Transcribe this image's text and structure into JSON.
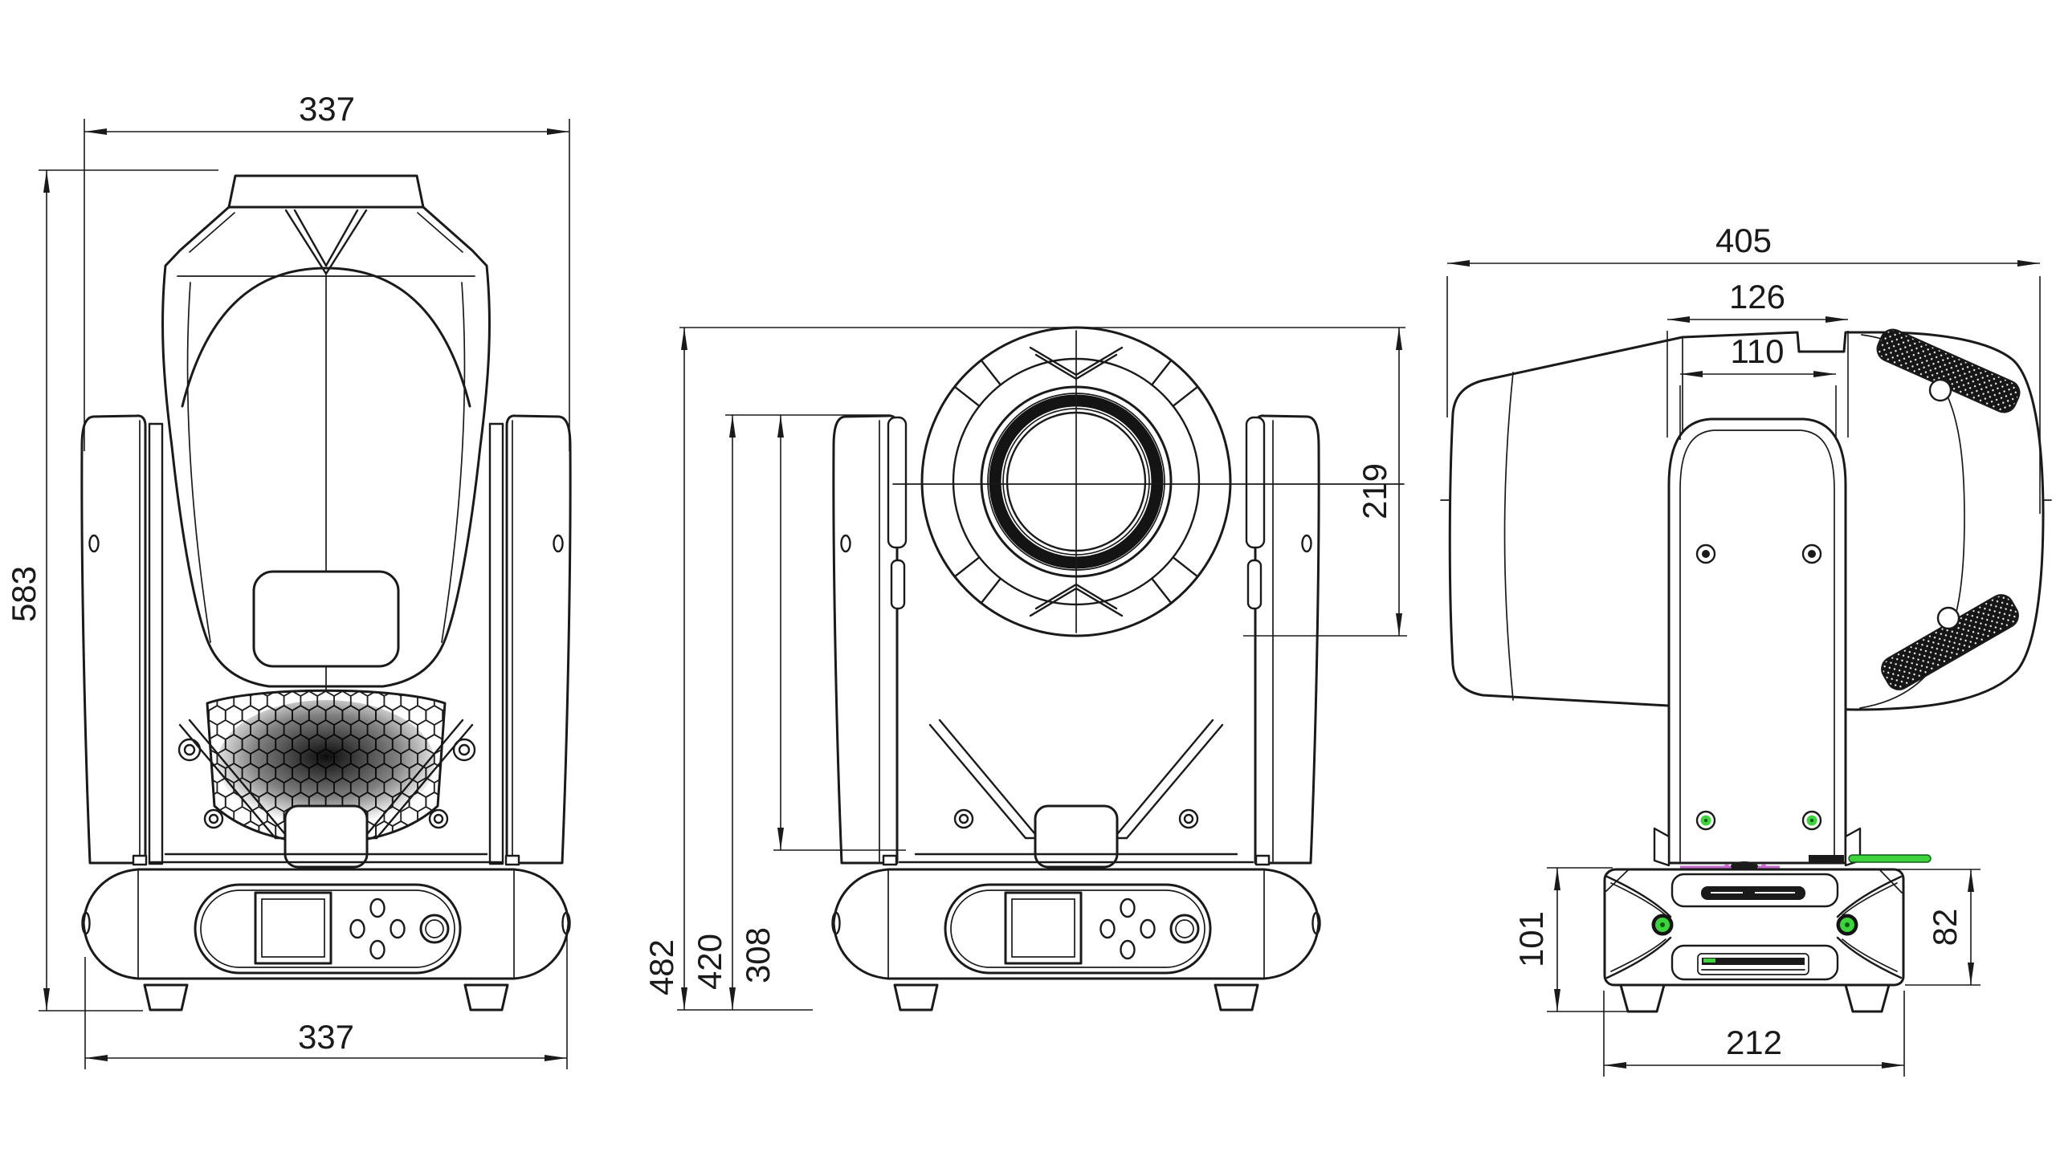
{
  "drawing": {
    "type": "technical-dimension-drawing",
    "subject": "moving-head-stage-light-three-views",
    "colors": {
      "bg": "#ffffff",
      "ink": "#1a1a1a",
      "green": "#3ed23e",
      "green-dark": "#0c6b14",
      "magenta": "#c76bce"
    },
    "views": {
      "front": {
        "dim_width_top": "337",
        "dim_height": "583",
        "dim_width_bottom": "337"
      },
      "head_on": {
        "dim_overall_height": "482",
        "dim_yoke_height": "420",
        "dim_yoke_to_base": "308",
        "dim_head_height": "219"
      },
      "side": {
        "dim_overall_depth": "405",
        "dim_yoke_outer_width": "126",
        "dim_yoke_inner_width": "110",
        "dim_base_height_with_feet": "101",
        "dim_base_body_height": "82",
        "dim_base_depth": "212"
      }
    }
  }
}
